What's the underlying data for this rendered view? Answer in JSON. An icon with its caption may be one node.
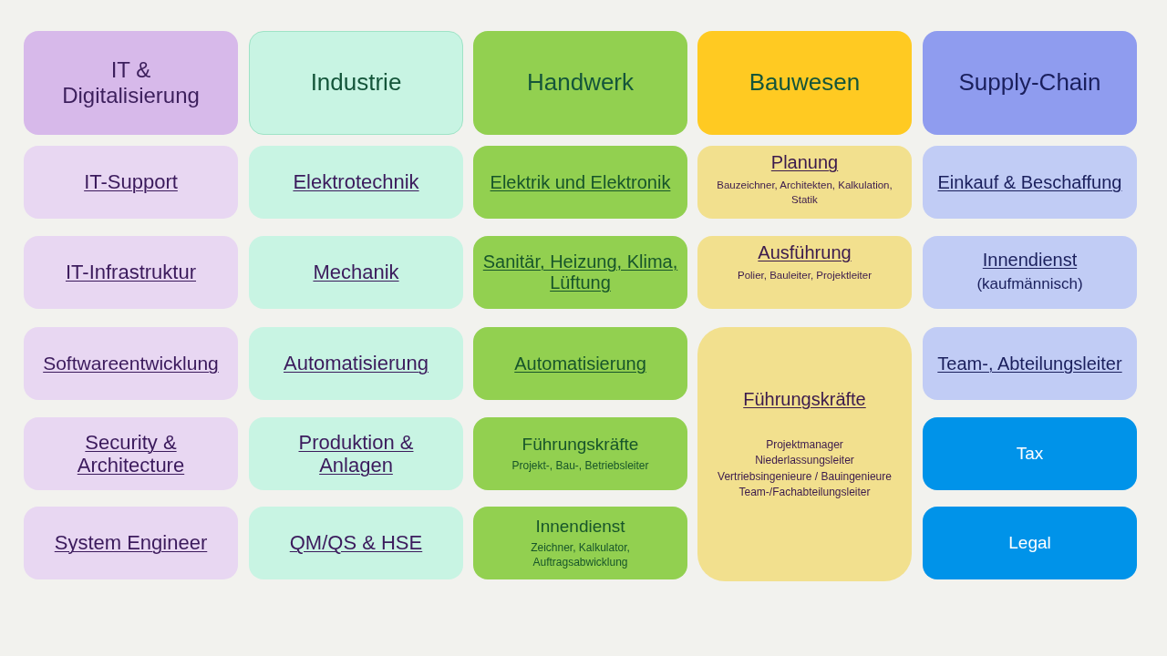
{
  "diagram": {
    "nodes": [
      {
        "text": [
          "IT & Digitalisierung"
        ]
      },
      {
        "text": [
          "Industrie"
        ]
      },
      {
        "text": [
          "Handwerk"
        ]
      },
      {
        "text": [
          "Bauwesen"
        ]
      },
      {
        "text": [
          "Supply-Chain"
        ]
      },
      {
        "text": [
          "IT-Support"
        ]
      },
      {
        "text": [
          "Elektrotechnik"
        ]
      },
      {
        "text": [
          "Elektrik und Elektronik"
        ]
      },
      {
        "text": [
          "Planung",
          "Bauzeichner, Architekten, Kalkulation, Statik"
        ]
      },
      {
        "text": [
          "Einkauf & Beschaffung"
        ]
      },
      {
        "text": [
          "IT-Infrastruktur"
        ]
      },
      {
        "text": [
          "Mechanik"
        ]
      },
      {
        "text": [
          "Sanitär, Heizung, Klima, Lüftung"
        ]
      },
      {
        "text": [
          "Ausführung",
          "Polier, Bauleiter, Projektleiter"
        ]
      },
      {
        "text": [
          "Innendienst",
          "(kaufmännisch)"
        ]
      },
      {
        "text": [
          "Softwareentwicklung"
        ]
      },
      {
        "text": [
          "Automatisierung"
        ]
      },
      {
        "text": [
          "Automatisierung"
        ]
      },
      {
        "text": [
          "Führungskräfte",
          "Projektmanager",
          "Niederlassungsleiter",
          "Vertriebsingenieure / Bauingenieure",
          "Team-/Fachabteilungsleiter"
        ]
      },
      {
        "text": [
          "Team-, Abteilungsleiter"
        ]
      },
      {
        "text": [
          "Security & Architecture"
        ]
      },
      {
        "text": [
          "Produktion & Anlagen"
        ]
      },
      {
        "text": [
          "Führungskräfte",
          "Projekt-, Bau-, Betriebsleiter"
        ]
      },
      {
        "text": [
          "Tax"
        ]
      },
      {
        "text": [
          "System Engineer"
        ]
      },
      {
        "text": [
          "QM/QS & HSE"
        ]
      },
      {
        "text": [
          "Innendienst",
          "Zeichner, Kalkulator, Auftragsabwicklung"
        ]
      },
      {
        "text": [
          "Legal"
        ]
      }
    ]
  }
}
